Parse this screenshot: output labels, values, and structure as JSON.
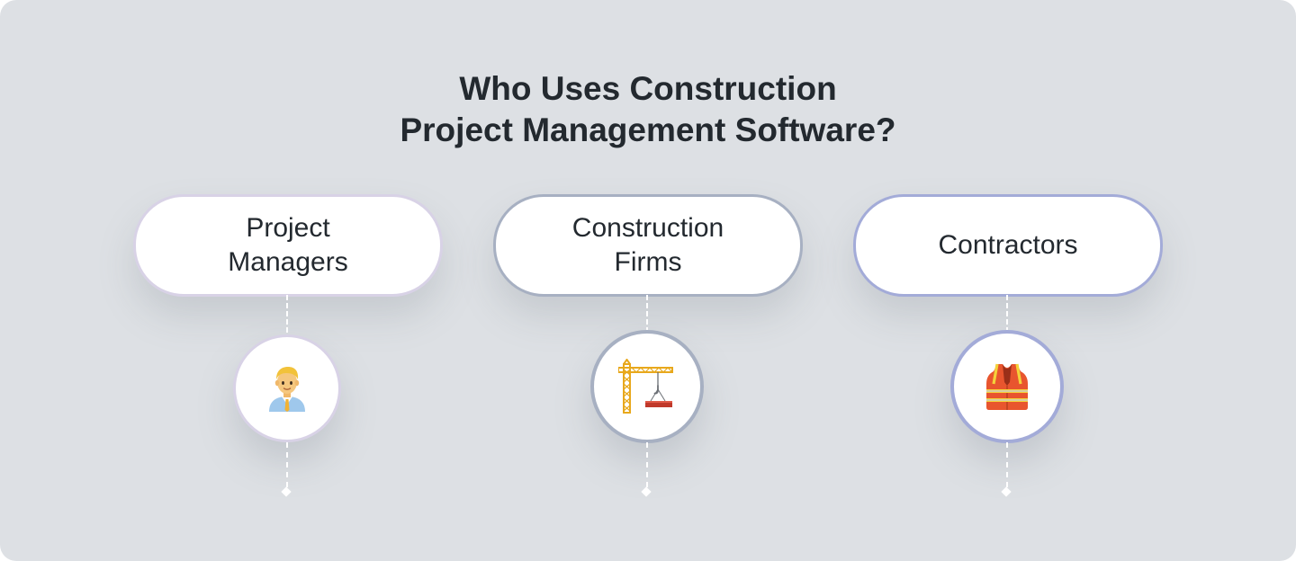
{
  "title": {
    "line1": "Who Uses Construction",
    "line2": "Project Management Software?"
  },
  "items": [
    {
      "label_line1": "Project",
      "label_line2": "Managers",
      "icon": "man-office-worker-icon",
      "accent": "#d8d2e6"
    },
    {
      "label_line1": "Construction",
      "label_line2": "Firms",
      "icon": "construction-crane-icon",
      "accent": "#a7b0c2"
    },
    {
      "label_line1": "Contractors",
      "label_line2": "",
      "icon": "safety-vest-icon",
      "accent": "#a3abd8"
    }
  ],
  "colors": {
    "background": "#dde0e4",
    "text": "#23292f"
  }
}
